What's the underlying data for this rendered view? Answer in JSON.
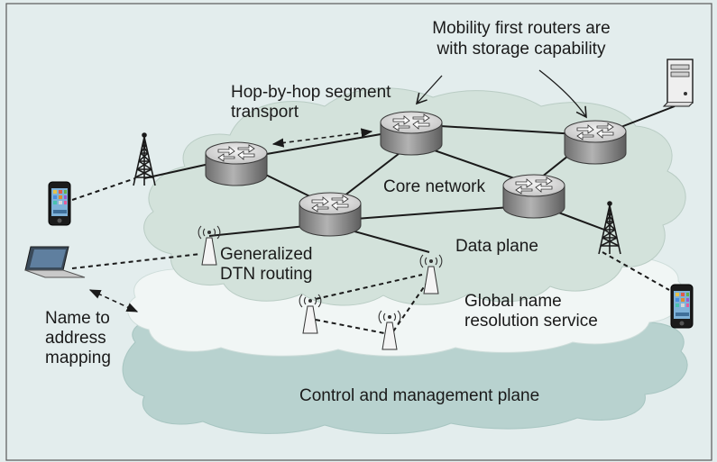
{
  "labels": {
    "mobility_line1": "Mobility first routers are",
    "mobility_line2": "with storage capability",
    "hop_line1": "Hop-by-hop segment",
    "hop_line2": "transport",
    "core_network": "Core network",
    "data_plane": "Data plane",
    "dtn_line1": "Generalized",
    "dtn_line2": "DTN routing",
    "gnrs_line1": "Global name",
    "gnrs_line2": "resolution service",
    "name_line1": "Name to",
    "name_line2": "address",
    "name_line3": "mapping",
    "control_plane": "Control and management plane"
  },
  "colors": {
    "background": "#e3eded",
    "frame": "#5a5a5a",
    "data_plane_cloud": "#d3e2db",
    "name_service_cloud": "#f1f6f5",
    "control_plane_cloud": "#b8d2cf",
    "router_body": "#9c9c9c",
    "router_top": "#dcdcdc",
    "link": "#1a1a1a"
  },
  "icons": {
    "router": "router-icon",
    "tower": "cell-tower-icon",
    "access_point": "wireless-access-point-icon",
    "phone": "smartphone-icon",
    "laptop": "laptop-icon",
    "server": "server-icon"
  }
}
